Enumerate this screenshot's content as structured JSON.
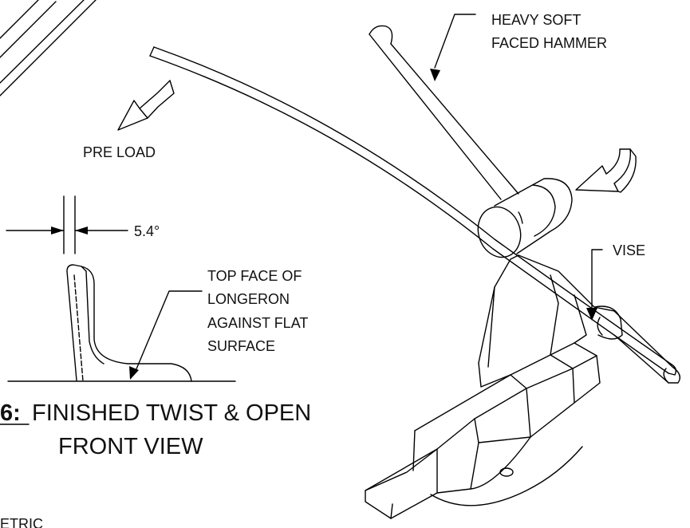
{
  "labels": {
    "hammer_line1": "HEAVY SOFT",
    "hammer_line2": "FACED HAMMER",
    "preload": "PRE LOAD",
    "vise": "VISE",
    "angle": "5.4°",
    "top_face_line1": "TOP FACE OF",
    "top_face_line2": "LONGERON",
    "top_face_line3": "AGAINST FLAT",
    "top_face_line4": "SURFACE",
    "caption_number": "6:",
    "caption_line1": "FINISHED TWIST & OPEN",
    "caption_line2": "FRONT VIEW",
    "corner_fragment": "ETRIC"
  }
}
